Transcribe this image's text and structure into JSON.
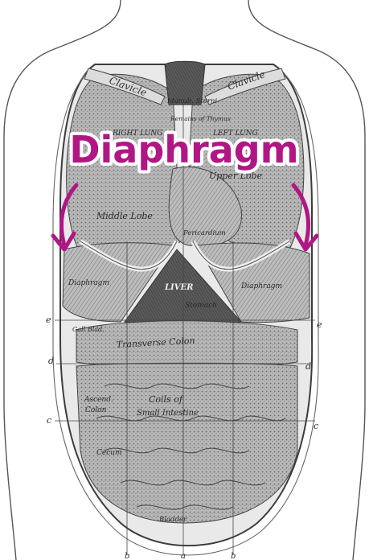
{
  "callout": {
    "text": "Diaphragm",
    "color": "#b01784"
  },
  "labels": {
    "clavicle_left": "Clavicle",
    "clavicle_right": "Clavicle",
    "manubrium": "Manub. Sterni",
    "thymus": "Remains of Thymus",
    "right_lung": "RIGHT LUNG",
    "left_lung": "LEFT LUNG",
    "upper_lobe": "Upper Lobe",
    "middle_lobe": "Middle Lobe",
    "pericardium": "Pericardium",
    "diaphragm_left": "Diaphragm",
    "diaphragm_right": "Diaphragm",
    "liver": "LIVER",
    "stomach": "Stomach",
    "gall_bladder": "Gall Blad.",
    "transverse_colon": "Transverse Colon",
    "ascend_colon_1": "Ascend.",
    "ascend_colon_2": "Colon",
    "coils_1": "Coils of",
    "coils_2": "Small Intestine",
    "cecum": "Cecum",
    "bladder": "Bladder"
  },
  "markers": {
    "e_left": "e",
    "e_right": "e",
    "d_left": "d",
    "d_right": "d",
    "c_left": "c",
    "c_right": "c",
    "b_left": "b",
    "b_right": "b",
    "a": "a"
  },
  "colors": {
    "ink": "#2a2a2a",
    "organ_dark": "#6e6e6e",
    "organ_mid": "#a8a8a8",
    "organ_light": "#d2d2d2"
  }
}
